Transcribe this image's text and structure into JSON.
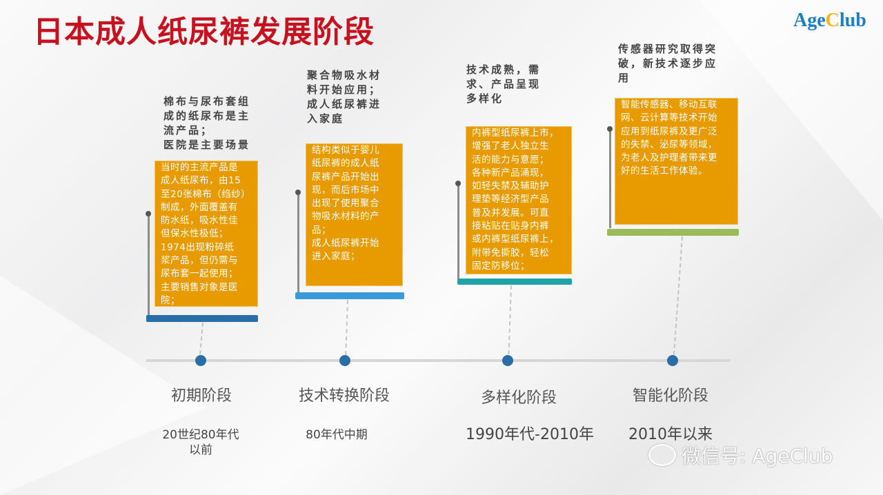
{
  "title": "日本成人纸尿裤发展阶段",
  "logo": {
    "part1": "Age",
    "part2": "C",
    "part3": "lub"
  },
  "stages": [
    {
      "heading": "棉布与尿布套组\n成的纸尿布是主\n流产品；\n医院是主要场景",
      "description": "当时的主流产品是\n成人纸尿布，由15\n至20张棉布（绉纱）\n制成，外面覆盖有\n防水纸，吸水性佳\n但保水性极低；\n1974出现粉碎纸\n浆产品，但仍需与\n尿布套一起使用；\n主要销售对象是医\n院；",
      "name": "初期阶段",
      "period": "20世纪80年代\n以前",
      "color": "#2a6ea8"
    },
    {
      "heading": "聚合物吸水材\n料开始应用；\n成人纸尿裤进\n入家庭",
      "description": "结构类似于婴儿\n纸尿裤的成人纸\n尿裤产品开始出\n现，而后市场中\n出现了使用聚合\n物吸水材料的产\n品；\n成人纸尿裤开始\n进入家庭；",
      "name": "技术转换阶段",
      "period": "80年代中期",
      "color": "#3a9ad9"
    },
    {
      "heading": "技术成熟，需\n求、产品呈现\n多样化",
      "description": "内裤型纸尿裤上市，\n增强了老人独立生\n活的能力与意愿；\n各种新产品涌现，\n如轻失禁及辅助护\n理垫等经济型产品\n普及并发展。可直\n接粘贴在贴身内裤\n或内裤型纸尿裤上，\n附带免撕胶，轻松\n固定防移位；",
      "name": "多样化阶段",
      "period": "1990年代-2010年",
      "color": "#1fa3a8"
    },
    {
      "heading": "传感器研究取得突\n破，新技术逐步应\n用",
      "description": "智能传感器、移动互联\n网、云计算等技术开始\n应用到纸尿裤及更广泛\n的失禁、泌尿等领域，\n为老人及护理者带来更\n好的生活工作体验。",
      "name": "智能化阶段",
      "period": "2010年以来",
      "color": "#9bbb59"
    }
  ],
  "watermark": "微信号: AgeClub"
}
